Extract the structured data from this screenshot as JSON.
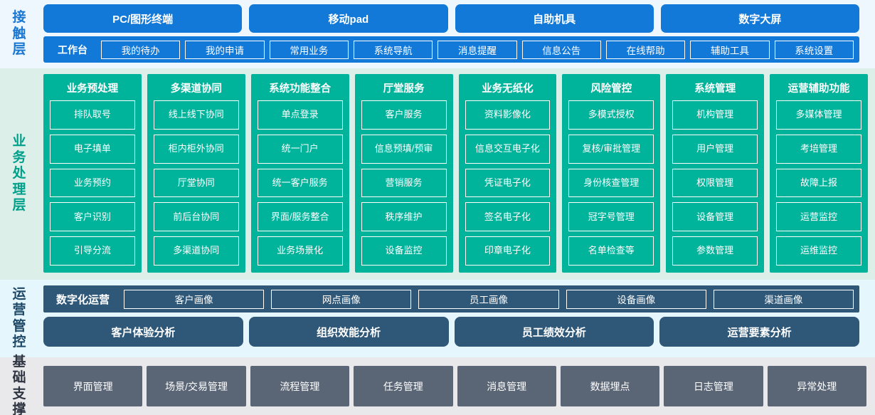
{
  "layers": {
    "touch": {
      "label": "接触层",
      "label_chars": [
        "接",
        "触",
        "层"
      ],
      "accent": "#1279d8",
      "background": "#eef7fe",
      "channels": [
        "PC/图形终端",
        "移动pad",
        "自助机具",
        "数字大屏"
      ],
      "workbench_label": "工作台",
      "items": [
        "我的待办",
        "我的申请",
        "常用业务",
        "系统导航",
        "消息提醒",
        "信息公告",
        "在线帮助",
        "辅助工具",
        "系统设置"
      ]
    },
    "business": {
      "label": "业务处理层",
      "label_chars": [
        "业",
        "务",
        "处",
        "理",
        "层"
      ],
      "accent": "#00b49b",
      "background": "#dcf0e9",
      "columns": [
        {
          "title": "业务预处理",
          "items": [
            "排队取号",
            "电子填单",
            "业务预约",
            "客户识别",
            "引导分流"
          ]
        },
        {
          "title": "多渠道协同",
          "items": [
            "线上线下协同",
            "柜内柜外协同",
            "厅堂协同",
            "前后台协同",
            "多渠道协同"
          ]
        },
        {
          "title": "系统功能整合",
          "items": [
            "单点登录",
            "统一门户",
            "统一客户服务",
            "界面/服务整合",
            "业务场景化"
          ]
        },
        {
          "title": "厅堂服务",
          "items": [
            "客户服务",
            "信息预填/预审",
            "营销服务",
            "秩序维护",
            "设备监控"
          ]
        },
        {
          "title": "业务无纸化",
          "items": [
            "资料影像化",
            "信息交互电子化",
            "凭证电子化",
            "签名电子化",
            "印章电子化"
          ]
        },
        {
          "title": "风险管控",
          "items": [
            "多模式授权",
            "复核/审批管理",
            "身份核查管理",
            "冠字号管理",
            "名单检查等"
          ]
        },
        {
          "title": "系统管理",
          "items": [
            "机构管理",
            "用户管理",
            "权限管理",
            "设备管理",
            "参数管理"
          ]
        },
        {
          "title": "运营辅助功能",
          "items": [
            "多媒体管理",
            "考培管理",
            "故障上报",
            "运营监控",
            "运维监控"
          ]
        }
      ]
    },
    "operations": {
      "label": "运营管控",
      "label_chars": [
        "运",
        "营",
        "管",
        "控"
      ],
      "accent": "#2f5878",
      "background": "#e6f6fd",
      "digital_ops_label": "数字化运营",
      "portraits": [
        "客户画像",
        "网点画像",
        "员工画像",
        "设备画像",
        "渠道画像"
      ],
      "analyses": [
        "客户体验分析",
        "组织效能分析",
        "员工绩效分析",
        "运营要素分析"
      ]
    },
    "base": {
      "label": "基础支撑",
      "label_chars": [
        "基",
        "础",
        "支",
        "撑"
      ],
      "accent": "#5a6576",
      "background": "#e9e9ec",
      "items": [
        "界面管理",
        "场景/交易管理",
        "流程管理",
        "任务管理",
        "消息管理",
        "数据埋点",
        "日志管理",
        "异常处理"
      ]
    }
  }
}
